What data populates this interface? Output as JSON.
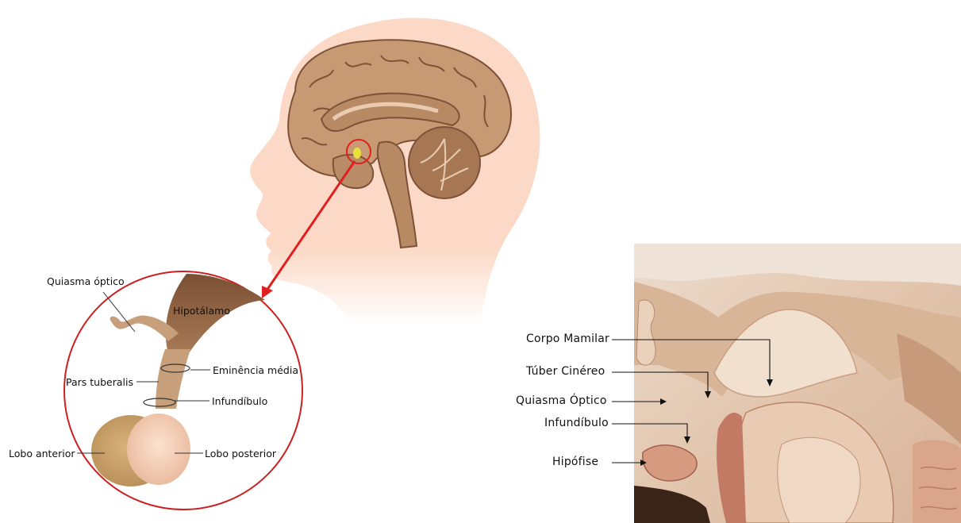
{
  "pituitary_diagram": {
    "labels": {
      "quiasma_optico": "Quiasma óptico",
      "hipotalamo": "Hipotálamo",
      "eminencia_media": "Eminência média",
      "pars_tuberalis": "Pars tuberalis",
      "infundibulo": "Infundíbulo",
      "lobo_anterior": "Lobo anterior",
      "lobo_posterior": "Lobo posterior"
    }
  },
  "anatomy_photo": {
    "labels": {
      "corpo_mamilar": "Corpo Mamilar",
      "tuber_cinereo": "Túber Cinéreo",
      "quiasma_optico": "Quiasma Óptico",
      "infundibulo": "Infundíbulo",
      "hipofise": "Hipófise"
    }
  },
  "colors": {
    "skin": "#fbd9c6",
    "brain": "#c79a73",
    "brain_dark": "#8a5a3a",
    "pointer_red": "#e02020",
    "gland_yellow": "#e8e13a"
  }
}
